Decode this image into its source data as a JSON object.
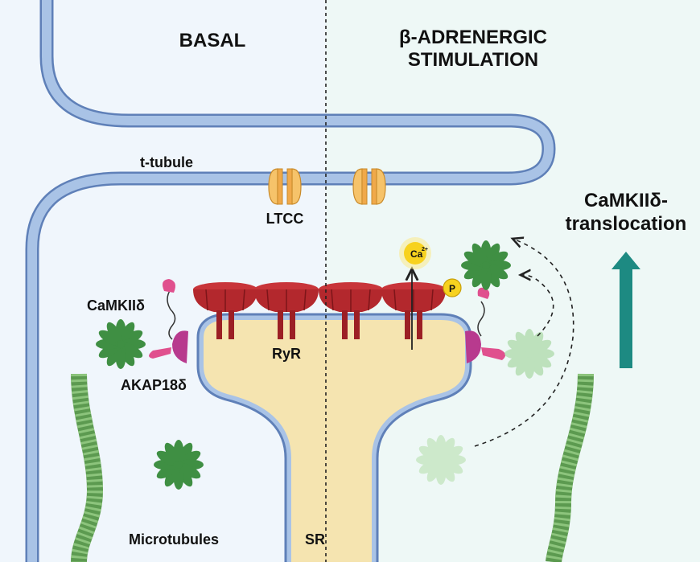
{
  "headings": {
    "left": "BASAL",
    "right_line1": "β-ADRENERGIC",
    "right_line2": "STIMULATION"
  },
  "labels": {
    "t_tubule": "t-tubule",
    "ltcc": "LTCC",
    "camkii": "CaMKIIδ",
    "akap": "AKAP18δ",
    "ryr": "RyR",
    "microtubules": "Microtubules",
    "sr": "SR",
    "ca_base": "Ca",
    "ca_charge": "2+",
    "phospho": "P"
  },
  "annotation": {
    "line1": "CaMKIIδ-",
    "line2": "translocation"
  },
  "colors": {
    "cytosol_basal": "#f0f6fc",
    "cytosol_stim": "#eef8f6",
    "membrane": "#a9c3e6",
    "membrane_edge": "#5f80b8",
    "sr_lumen": "#f5e4b0",
    "ryr": "#b3282d",
    "ltcc": "#f6c36a",
    "camkii": "#3f8f43",
    "akap": "#b83a8e",
    "tether": "#e0508e",
    "calcium": "#f7d21f",
    "arrow": "#1d8a82",
    "microtubule": "#6aa85e"
  },
  "icons": [
    "camkii-icon",
    "ryr-channel-icon",
    "ltcc-channel-icon",
    "akap-icon",
    "calcium-icon",
    "phosphate-icon",
    "translocation-arrow-icon",
    "microtubule-icon"
  ]
}
